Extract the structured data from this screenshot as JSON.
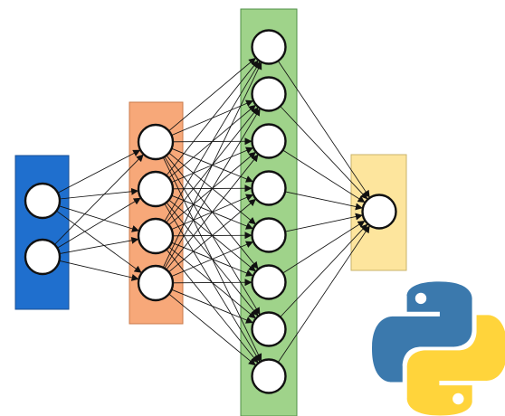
{
  "network": {
    "layers": [
      {
        "id": "input",
        "neurons": 2,
        "fill": "#1f6fce",
        "stroke": "#1a4f94"
      },
      {
        "id": "hidden-1",
        "neurons": 4,
        "fill": "#f7a879",
        "stroke": "#c97a4b"
      },
      {
        "id": "hidden-2",
        "neurons": 8,
        "fill": "#9fd38a",
        "stroke": "#4f8f47"
      },
      {
        "id": "output",
        "neurons": 1,
        "fill": "#fde59d",
        "stroke": "#c9b36a"
      }
    ],
    "connectivity": "fully-connected",
    "edge_color": "#111111",
    "neuron_fill": "#ffffff",
    "neuron_stroke": "#111111"
  },
  "logo": {
    "icon": "python-logo-icon",
    "colors": {
      "blue": "#3b79ad",
      "yellow": "#ffd43b"
    }
  }
}
